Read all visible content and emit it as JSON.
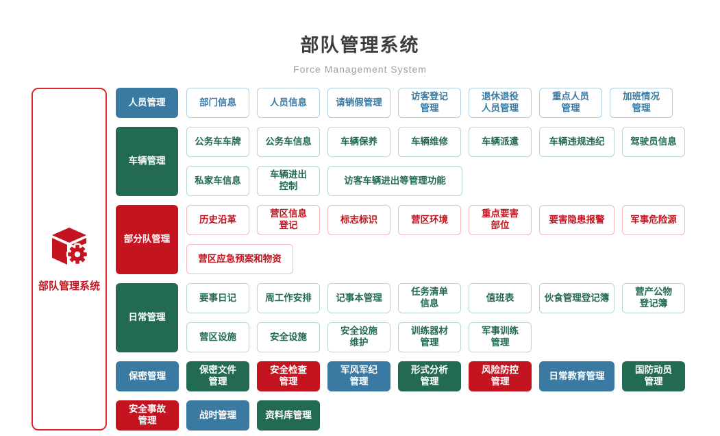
{
  "header": {
    "title": "部队管理系统",
    "subtitle": "Force Management System"
  },
  "sidebar": {
    "label": "部队管理系统",
    "icon": "cube-gear-icon"
  },
  "palette": {
    "blue": "#3a79a1",
    "green": "#226a53",
    "red": "#c41420",
    "blue_border": "#b0cede",
    "green_border": "#b9d7c9",
    "red_border": "#f3b9bd",
    "sidebar_border": "#e0252e",
    "title_text": "#3d3d3d",
    "subtitle_text": "#9e9e9e"
  },
  "rows": [
    {
      "category": {
        "label": "人员管理",
        "color": "blue"
      },
      "lines": [
        [
          {
            "label": "部门信息"
          },
          {
            "label": "人员信息"
          },
          {
            "label": "请销假管理"
          },
          {
            "label": "访客登记\n管理"
          },
          {
            "label": "退休退役\n人员管理"
          },
          {
            "label": "重点人员\n管理"
          },
          {
            "label": "加班情况\n管理"
          }
        ]
      ]
    },
    {
      "category": {
        "label": "车辆管理",
        "color": "green"
      },
      "lines": [
        [
          {
            "label": "公务车车牌"
          },
          {
            "label": "公务车信息"
          },
          {
            "label": "车辆保养"
          },
          {
            "label": "车辆维修"
          },
          {
            "label": "车辆派遣"
          },
          {
            "label": "车辆违规违纪",
            "size": "wide"
          },
          {
            "label": "驾驶员信息"
          }
        ],
        [
          {
            "label": "私家车信息"
          },
          {
            "label": "车辆进出\n控制"
          },
          {
            "label": "访客车辆进出等管理功能",
            "size": "xl"
          }
        ]
      ]
    },
    {
      "category": {
        "label": "部分队管理",
        "color": "red"
      },
      "lines": [
        [
          {
            "label": "历史沿革"
          },
          {
            "label": "营区信息\n登记"
          },
          {
            "label": "标志标识"
          },
          {
            "label": "营区环境"
          },
          {
            "label": "重点要害\n部位"
          },
          {
            "label": "要害隐患报警",
            "size": "wide"
          },
          {
            "label": "军事危险源"
          }
        ],
        [
          {
            "label": "营区应急预案和物资",
            "size": "lg"
          }
        ]
      ]
    },
    {
      "category": {
        "label": "日常管理",
        "color": "green"
      },
      "lines": [
        [
          {
            "label": "要事日记"
          },
          {
            "label": "周工作安排"
          },
          {
            "label": "记事本管理"
          },
          {
            "label": "任务清单\n信息"
          },
          {
            "label": "值班表"
          },
          {
            "label": "伙食管理登记簿",
            "size": "wide"
          },
          {
            "label": "营产公物\n登记簿"
          }
        ],
        [
          {
            "label": "营区设施"
          },
          {
            "label": "安全设施"
          },
          {
            "label": "安全设施\n维护"
          },
          {
            "label": "训练器材\n管理"
          },
          {
            "label": "军事训练\n管理"
          }
        ]
      ]
    }
  ],
  "solid_rows": [
    [
      {
        "label": "保密管理",
        "color": "blue"
      },
      {
        "label": "保密文件\n管理",
        "color": "green"
      },
      {
        "label": "安全检查\n管理",
        "color": "red"
      },
      {
        "label": "军风军纪\n管理",
        "color": "blue"
      },
      {
        "label": "形式分析\n管理",
        "color": "green"
      },
      {
        "label": "风险防控\n管理",
        "color": "red"
      },
      {
        "label": "日常教育管理",
        "color": "blue",
        "size": "wide"
      },
      {
        "label": "国防动员\n管理",
        "color": "green"
      }
    ],
    [
      {
        "label": "安全事故\n管理",
        "color": "red"
      },
      {
        "label": "战时管理",
        "color": "blue"
      },
      {
        "label": "资料库管理",
        "color": "green"
      }
    ]
  ]
}
